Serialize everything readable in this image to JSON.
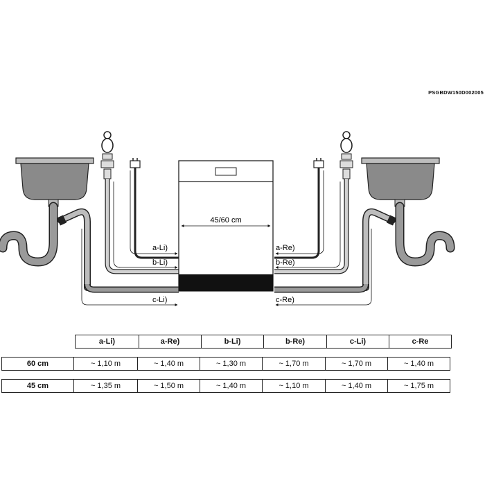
{
  "diagram": {
    "code": "PSGBDW150D002005",
    "width_label": "45/60 cm",
    "left_labels": [
      "a-Li)",
      "b-Li)",
      "c-Li)"
    ],
    "right_labels": [
      "a-Re)",
      "b-Re)",
      "c-Re)"
    ]
  },
  "table": {
    "columns": [
      "a-Li)",
      "a-Re)",
      "b-Li)",
      "b-Re)",
      "c-Li)",
      "c-Re"
    ],
    "rows": [
      {
        "label": "60 cm",
        "values": [
          "~ 1,10 m",
          "~ 1,40 m",
          "~ 1,30 m",
          "~ 1,70 m",
          "~ 1,70 m",
          "~ 1,40 m"
        ]
      },
      {
        "label": "45 cm",
        "values": [
          "~ 1,35 m",
          "~ 1,50 m",
          "~ 1,40 m",
          "~ 1,10 m",
          "~ 1,40 m",
          "~ 1,75 m"
        ]
      }
    ]
  }
}
